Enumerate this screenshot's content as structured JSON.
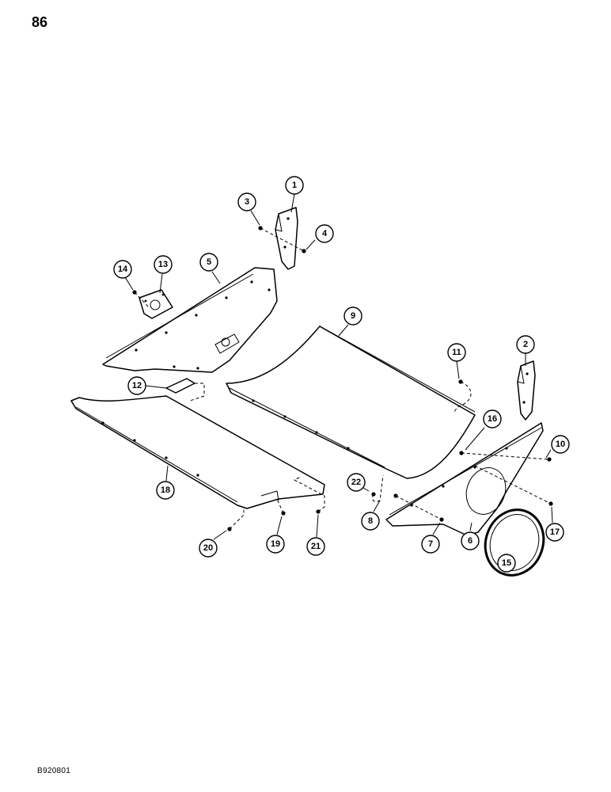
{
  "page": {
    "number": "86",
    "figure_code": "B920801"
  },
  "callouts": [
    {
      "id": "1",
      "label": "1"
    },
    {
      "id": "2",
      "label": "2"
    },
    {
      "id": "3",
      "label": "3"
    },
    {
      "id": "4",
      "label": "4"
    },
    {
      "id": "5",
      "label": "5"
    },
    {
      "id": "6",
      "label": "6"
    },
    {
      "id": "7",
      "label": "7"
    },
    {
      "id": "8",
      "label": "8"
    },
    {
      "id": "9",
      "label": "9"
    },
    {
      "id": "10",
      "label": "10"
    },
    {
      "id": "11",
      "label": "11"
    },
    {
      "id": "12",
      "label": "12"
    },
    {
      "id": "13",
      "label": "13"
    },
    {
      "id": "14",
      "label": "14"
    },
    {
      "id": "15",
      "label": "15"
    },
    {
      "id": "16",
      "label": "16"
    },
    {
      "id": "17",
      "label": "17"
    },
    {
      "id": "18",
      "label": "18"
    },
    {
      "id": "19",
      "label": "19"
    },
    {
      "id": "20",
      "label": "20"
    },
    {
      "id": "21",
      "label": "21"
    },
    {
      "id": "22",
      "label": "22"
    }
  ]
}
